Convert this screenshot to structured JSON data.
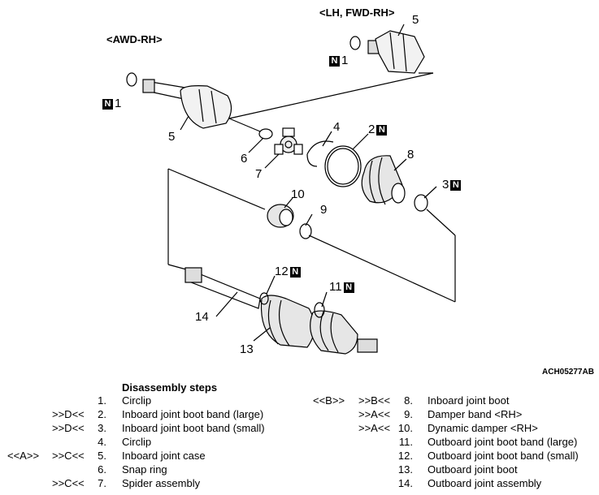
{
  "diagram": {
    "label_awd": "<AWD-RH>",
    "label_lh": "<LH, FWD-RH>",
    "image_code": "ACH05277AB",
    "n_mark": "N",
    "callouts": {
      "c1a": "1",
      "c1b": "1",
      "c2": "2",
      "c3": "3",
      "c4": "4",
      "c5a": "5",
      "c5b": "5",
      "c6": "6",
      "c7": "7",
      "c8": "8",
      "c9": "9",
      "c10": "10",
      "c11": "11",
      "c12": "12",
      "c13": "13",
      "c14": "14"
    }
  },
  "steps": {
    "title": "Disassembly steps",
    "left": [
      {
        "mark1": "",
        "mark2": "",
        "num": "1.",
        "text": "Circlip"
      },
      {
        "mark1": "",
        "mark2": ">>D<<",
        "num": "2.",
        "text": "Inboard joint boot band (large)"
      },
      {
        "mark1": "",
        "mark2": ">>D<<",
        "num": "3.",
        "text": "Inboard joint boot band (small)"
      },
      {
        "mark1": "",
        "mark2": "",
        "num": "4.",
        "text": "Circlip"
      },
      {
        "mark1": "<<A>>",
        "mark2": ">>C<<",
        "num": "5.",
        "text": "Inboard joint case"
      },
      {
        "mark1": "",
        "mark2": "",
        "num": "6.",
        "text": "Snap ring"
      },
      {
        "mark1": "",
        "mark2": ">>C<<",
        "num": "7.",
        "text": "Spider assembly"
      }
    ],
    "right": [
      {
        "mark1": "<<B>>",
        "mark2": ">>B<<",
        "num": "8.",
        "text": "Inboard joint boot"
      },
      {
        "mark1": "",
        "mark2": ">>A<<",
        "num": "9.",
        "text": "Damper band <RH>"
      },
      {
        "mark1": "",
        "mark2": ">>A<<",
        "num": "10.",
        "text": "Dynamic damper <RH>"
      },
      {
        "mark1": "",
        "mark2": "",
        "num": "11.",
        "text": "Outboard joint boot band (large)"
      },
      {
        "mark1": "",
        "mark2": "",
        "num": "12.",
        "text": "Outboard joint boot band (small)"
      },
      {
        "mark1": "",
        "mark2": "",
        "num": "13.",
        "text": "Outboard joint boot"
      },
      {
        "mark1": "",
        "mark2": "",
        "num": "14.",
        "text": "Outboard joint assembly"
      }
    ]
  }
}
